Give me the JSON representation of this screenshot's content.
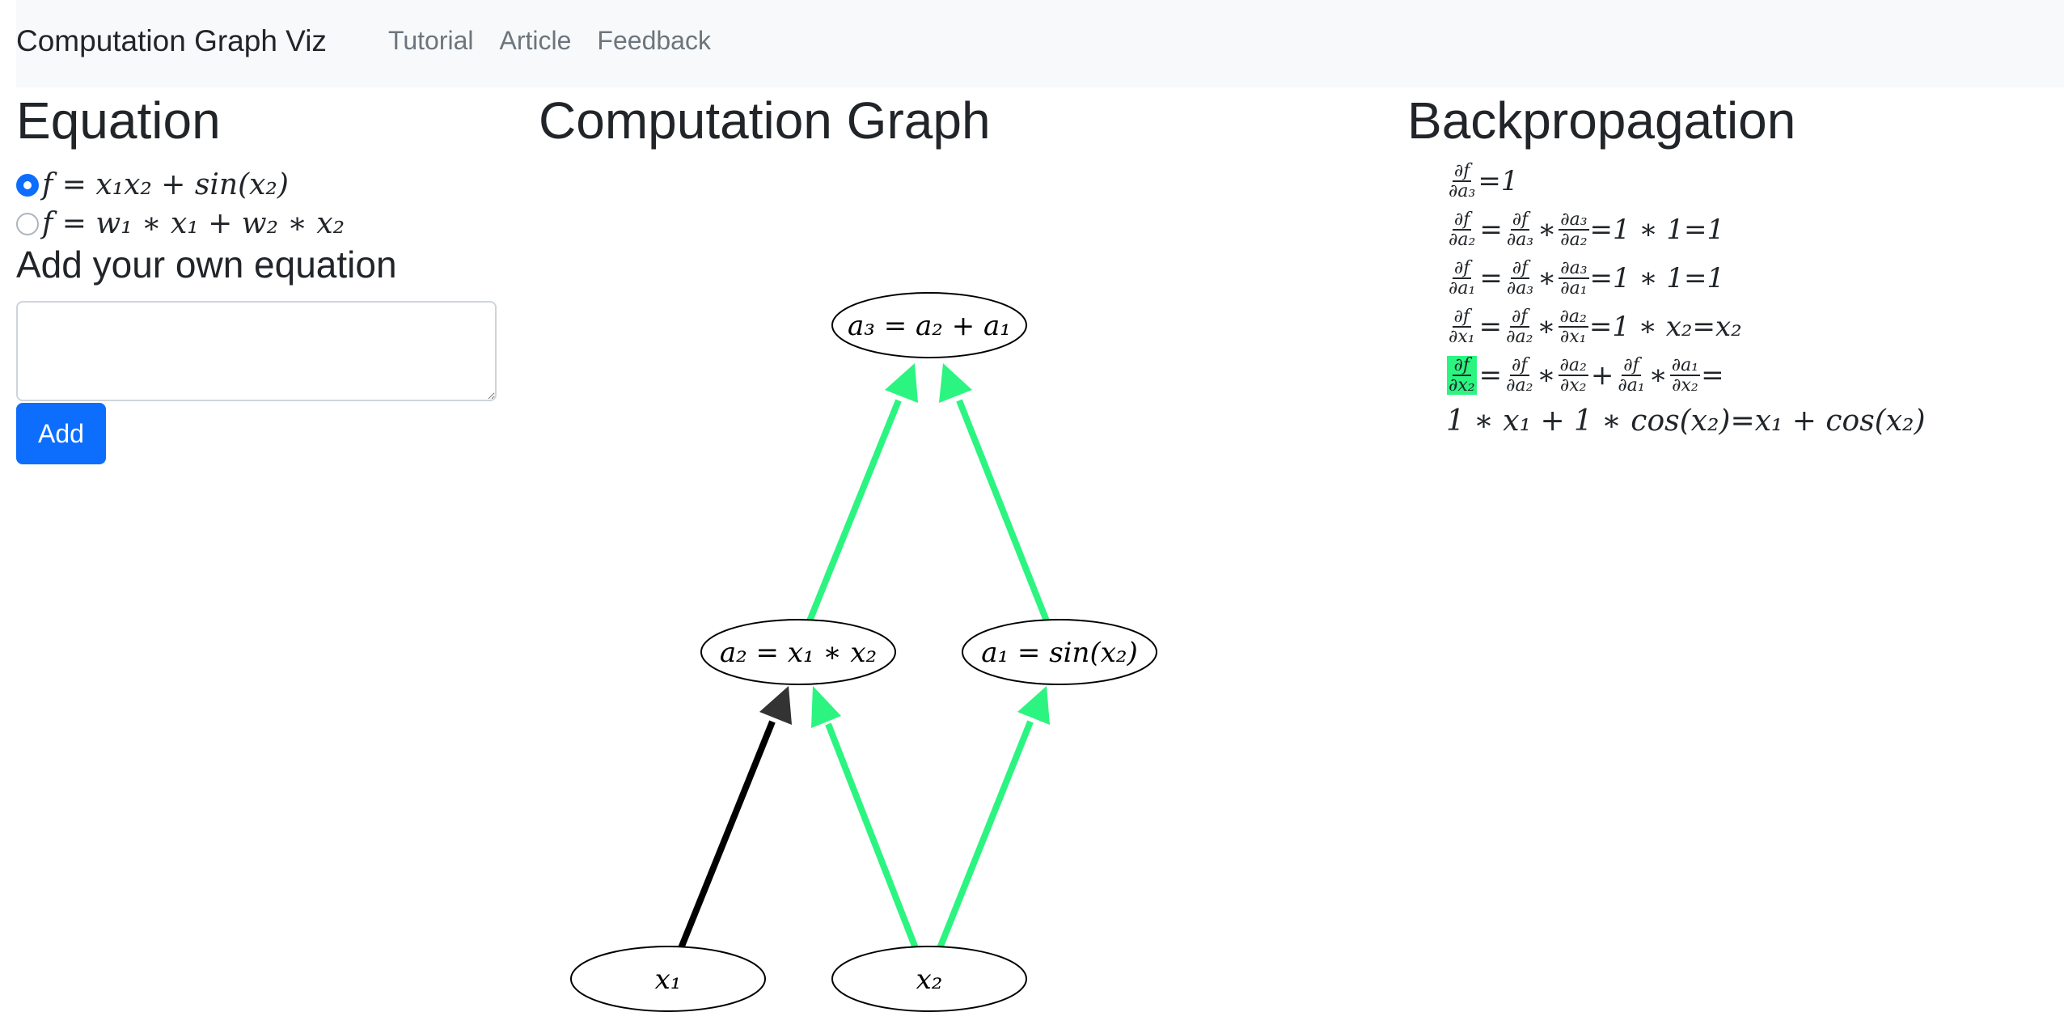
{
  "app": {
    "brand": "Computation Graph Viz",
    "nav": [
      "Tutorial",
      "Article",
      "Feedback"
    ]
  },
  "equation": {
    "title": "Equation",
    "options": [
      {
        "label": "f = x₁x₂ + sin(x₂)",
        "selected": true
      },
      {
        "label": "f = w₁ ∗ x₁ + w₂ ∗ x₂",
        "selected": false
      }
    ],
    "custom_title": "Add your own equation",
    "custom_value": "",
    "add_label": "Add"
  },
  "graph": {
    "title": "Computation Graph",
    "nodes": {
      "a3": "a₃ = a₂ + a₁",
      "a2": "a₂ = x₁ ∗ x₂",
      "a1": "a₁ = sin(x₂)",
      "x1": "x₁",
      "x2": "x₂"
    },
    "edges": [
      {
        "from": "x1",
        "to": "a2",
        "color": "#000000"
      },
      {
        "from": "x2",
        "to": "a2",
        "color": "#2bf580"
      },
      {
        "from": "x2",
        "to": "a1",
        "color": "#2bf580"
      },
      {
        "from": "a2",
        "to": "a3",
        "color": "#2bf580"
      },
      {
        "from": "a1",
        "to": "a3",
        "color": "#2bf580"
      }
    ],
    "highlight_color": "#2bf580"
  },
  "backprop": {
    "title": "Backpropagation",
    "lines": [
      {
        "lhs": {
          "num": "∂f",
          "den": "∂a₃"
        },
        "rest": "=1"
      },
      {
        "lhs": {
          "num": "∂f",
          "den": "∂a₂"
        },
        "terms": [
          {
            "num": "∂f",
            "den": "∂a₃"
          },
          {
            "num": "∂a₃",
            "den": "∂a₂"
          }
        ],
        "rest": "=1 ∗ 1=1"
      },
      {
        "lhs": {
          "num": "∂f",
          "den": "∂a₁"
        },
        "terms": [
          {
            "num": "∂f",
            "den": "∂a₃"
          },
          {
            "num": "∂a₃",
            "den": "∂a₁"
          }
        ],
        "rest": "=1 ∗ 1=1"
      },
      {
        "lhs": {
          "num": "∂f",
          "den": "∂x₁"
        },
        "terms": [
          {
            "num": "∂f",
            "den": "∂a₂"
          },
          {
            "num": "∂a₂",
            "den": "∂x₁"
          }
        ],
        "rest": "=1 ∗ x₂=x₂"
      },
      {
        "lhs": {
          "num": "∂f",
          "den": "∂x₂"
        },
        "highlight": true,
        "terms": [
          {
            "num": "∂f",
            "den": "∂a₂"
          },
          {
            "num": "∂a₂",
            "den": "∂x₂"
          }
        ],
        "terms2": [
          {
            "num": "∂f",
            "den": "∂a₁"
          },
          {
            "num": "∂a₁",
            "den": "∂x₂"
          }
        ],
        "rest": "="
      }
    ],
    "tail": "1 ∗ x₁ + 1 ∗ cos(x₂)=x₁ + cos(x₂)"
  }
}
